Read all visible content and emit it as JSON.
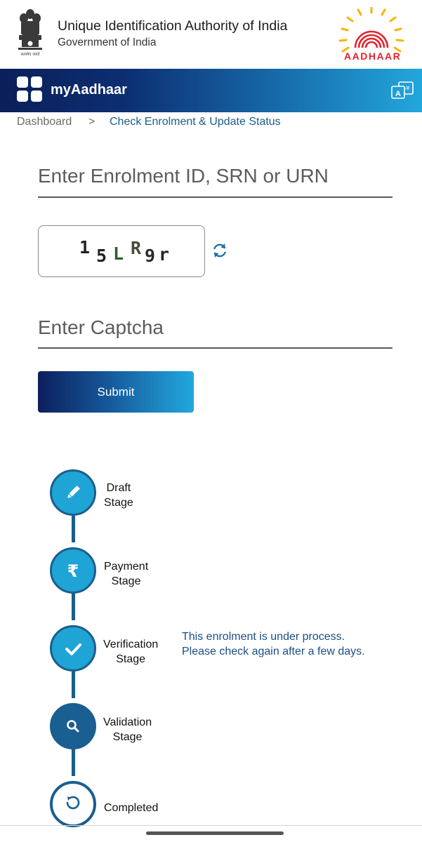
{
  "header": {
    "org_title": "Unique Identification Authority of India",
    "org_subtitle": "Government of India",
    "emblem_caption": "सत्यमेव जयते",
    "logo_text": "AADHAAR"
  },
  "navbar": {
    "app_name": "myAadhaar",
    "language_icon": "translate-icon",
    "menu_icon": "app-grid-icon"
  },
  "breadcrumb": {
    "home": "Dashboard",
    "separator": ">",
    "current": "Check Enrolment & Update Status"
  },
  "form": {
    "enrolment_placeholder": "Enter Enrolment ID, SRN or URN",
    "captcha_image_text": "15LR9r",
    "captcha_placeholder": "Enter Captcha",
    "submit_label": "Submit",
    "refresh_icon": "refresh-icon"
  },
  "stages": [
    {
      "line1": "Draft",
      "line2": "Stage",
      "icon": "pencil-icon",
      "state": "done"
    },
    {
      "line1": "Payment",
      "line2": "Stage",
      "icon": "rupee-icon",
      "state": "done"
    },
    {
      "line1": "Verification",
      "line2": "Stage",
      "icon": "check-icon",
      "state": "done"
    },
    {
      "line1": "Validation",
      "line2": "Stage",
      "icon": "search-icon",
      "state": "current"
    },
    {
      "line1": "Completed",
      "line2": "",
      "icon": "history-icon",
      "state": "pending"
    }
  ],
  "status": {
    "line1": "This enrolment is under process.",
    "line2": "Please check again after a few days."
  },
  "colors": {
    "stage_done": "#1fa4d6",
    "stage_current": "#1a5f92",
    "stage_border": "#1b5e8e",
    "status_text": "#1b4e86"
  }
}
